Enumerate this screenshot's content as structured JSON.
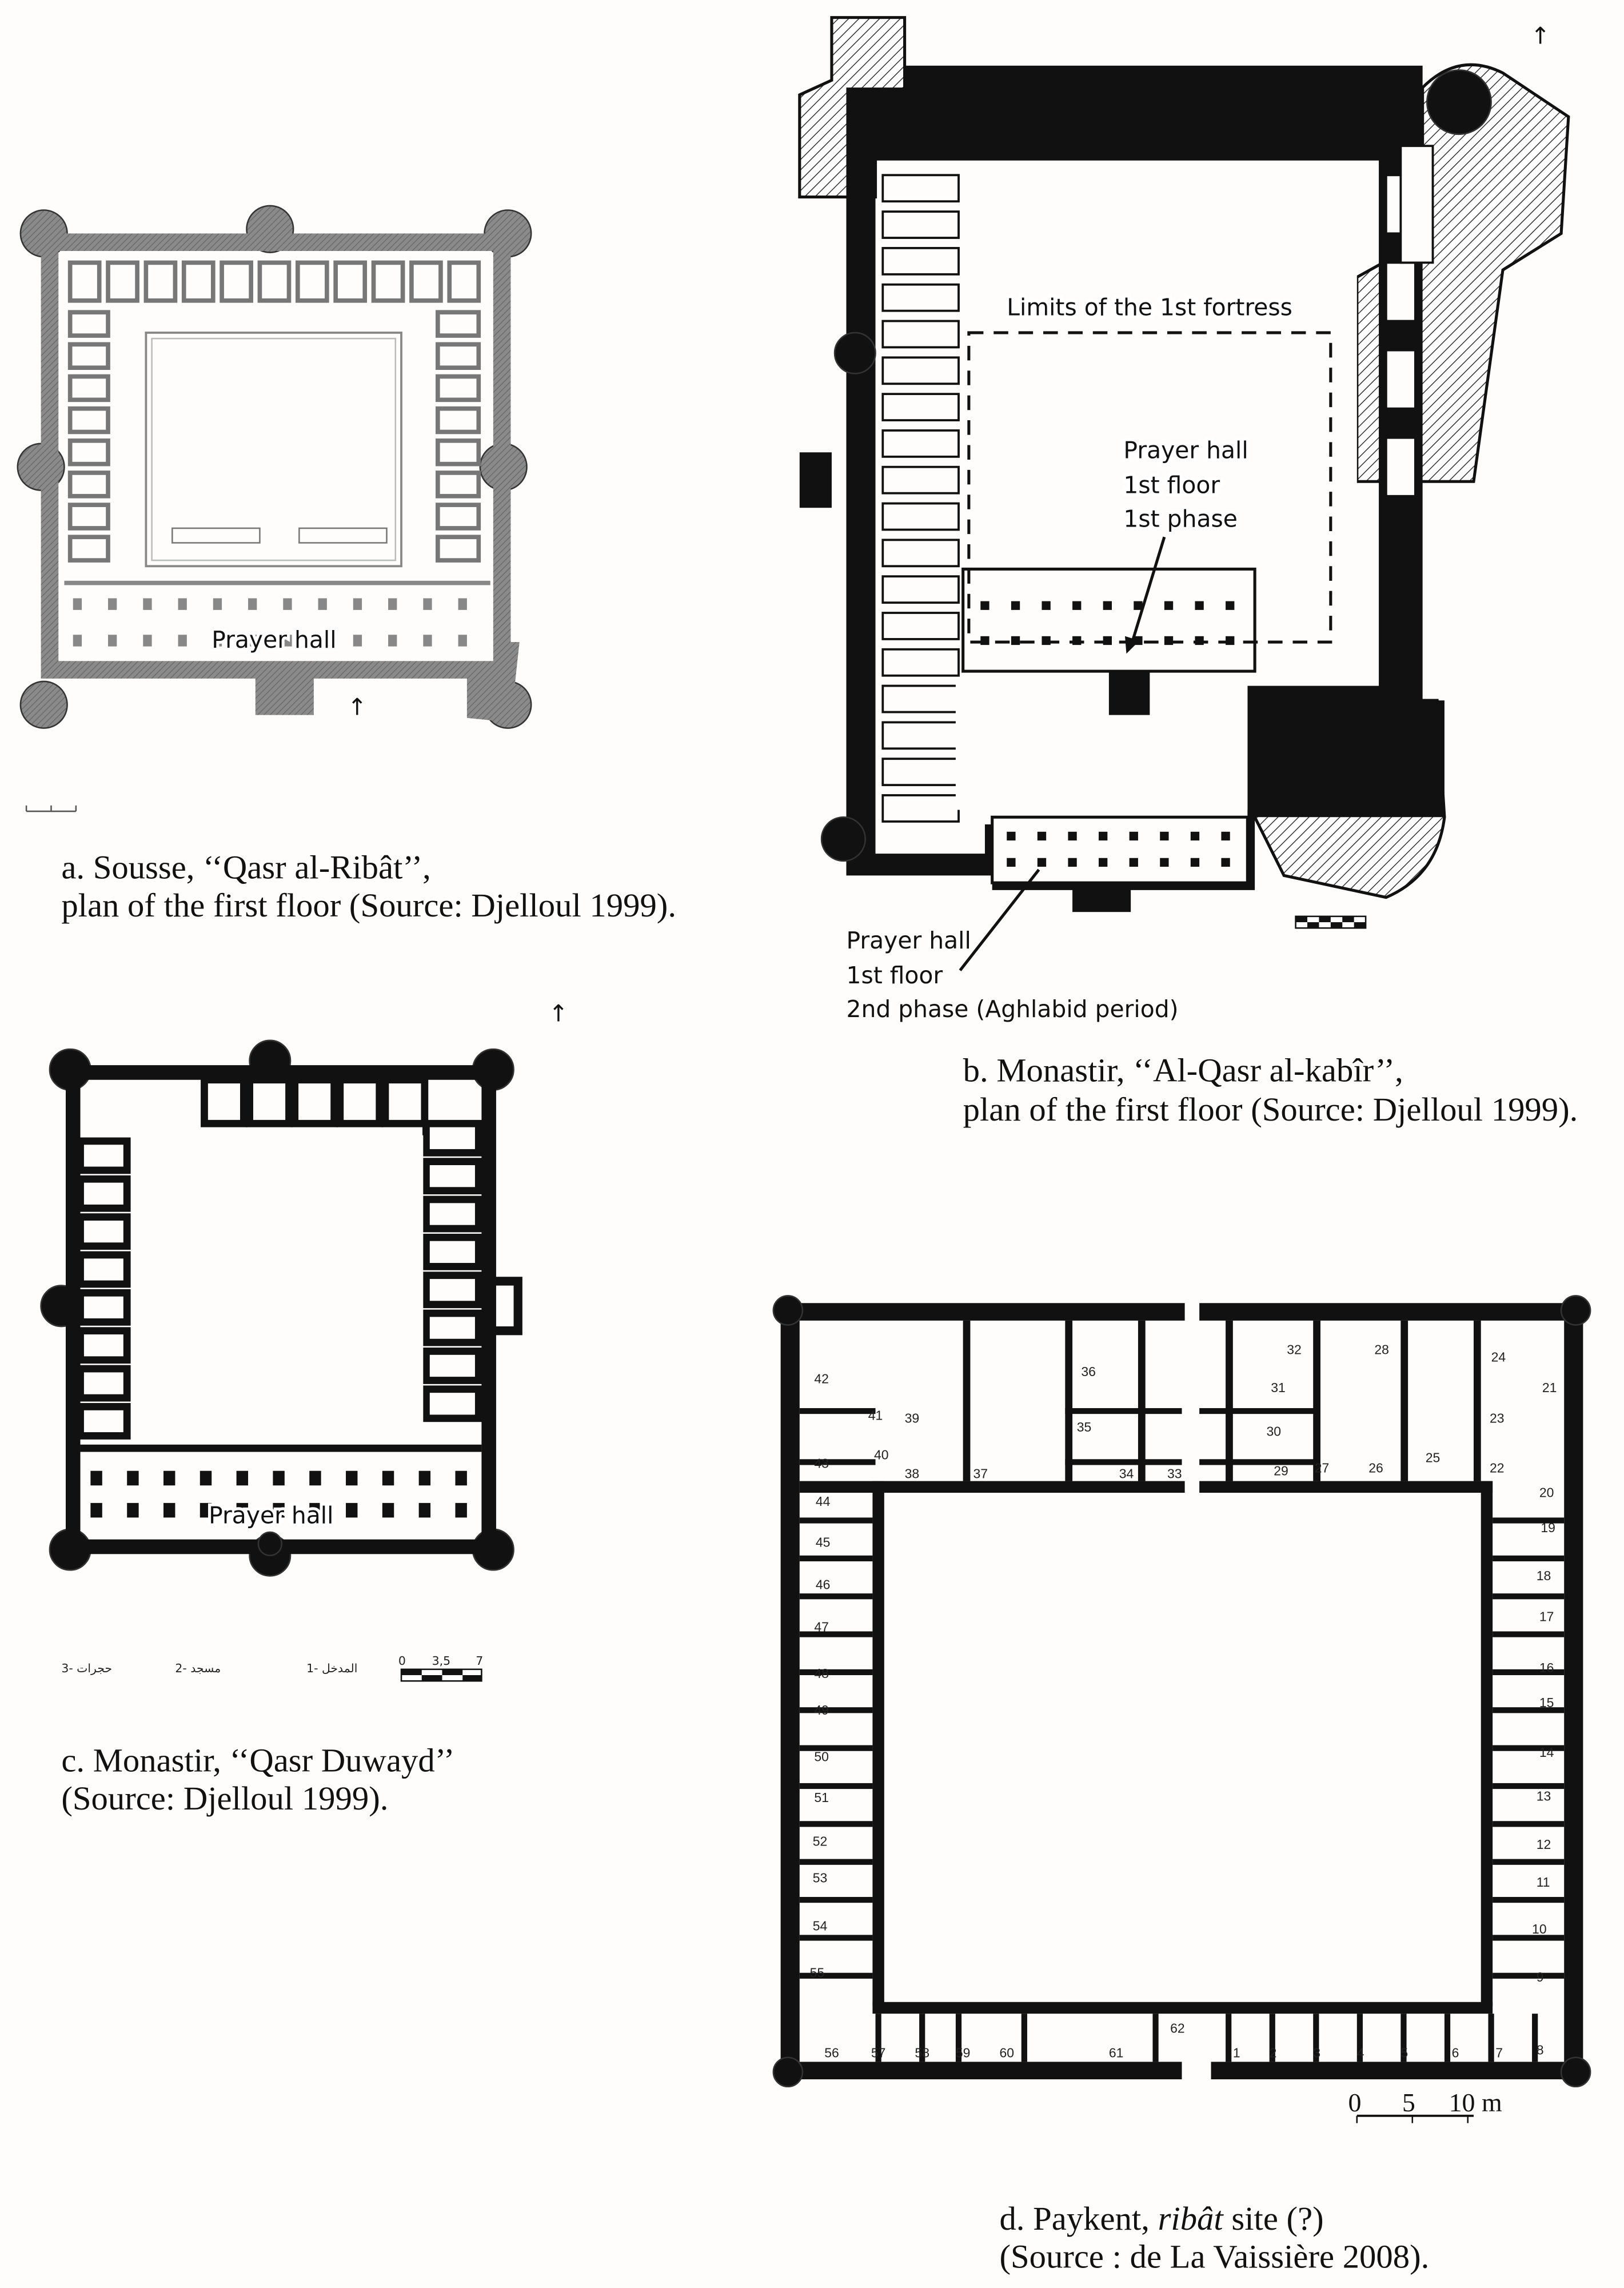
{
  "figure": {
    "plan_a": {
      "label": "Prayer hall",
      "caption_line1": "a. Sousse, ‘‘Qasr al-Ribât’’,",
      "caption_line2": "plan of the first floor (Source: Djelloul 1999)."
    },
    "plan_b": {
      "fortress_label": "Limits of the 1st fortress",
      "prayer_hall_1": [
        "Prayer hall",
        "1st floor",
        "1st phase"
      ],
      "prayer_hall_2": [
        "Prayer hall",
        "1st floor",
        "2nd phase (Aghlabid period)"
      ],
      "caption_line1": "b. Monastir, ‘‘Al-Qasr al-kabîr’’,",
      "caption_line2": "plan of the first floor (Source: Djelloul 1999)."
    },
    "plan_c": {
      "label": "Prayer hall",
      "legend": [
        "1- المدخل",
        "2- مسجد",
        "3- حجرات"
      ],
      "scale_ticks": [
        "0",
        "3,5",
        "7"
      ],
      "caption_line1": "c. Monastir, ‘‘Qasr Duwayd’’",
      "caption_line2": " (Source: Djelloul 1999)."
    },
    "plan_d": {
      "rooms": [
        "1",
        "2",
        "3",
        "4",
        "5",
        "6",
        "7",
        "8",
        "9",
        "10",
        "11",
        "12",
        "13",
        "14",
        "15",
        "16",
        "17",
        "18",
        "19",
        "20",
        "21",
        "22",
        "23",
        "24",
        "25",
        "26",
        "27",
        "28",
        "29",
        "30",
        "31",
        "32",
        "33",
        "34",
        "35",
        "36",
        "37",
        "38",
        "39",
        "40",
        "41",
        "42",
        "43",
        "44",
        "45",
        "46",
        "47",
        "48",
        "49",
        "50",
        "51",
        "52",
        "53",
        "54",
        "55",
        "56",
        "57",
        "58",
        "59",
        "60",
        "61",
        "62"
      ],
      "scale_ticks": [
        "0",
        "5",
        "10 m"
      ],
      "caption_line1_prefix": "d. Paykent, ",
      "caption_line1_italic": "ribât",
      "caption_line1_suffix": " site (?)",
      "caption_line2": "(Source : de La Vaissière 2008)."
    },
    "north_arrow_glyph": "↑"
  }
}
